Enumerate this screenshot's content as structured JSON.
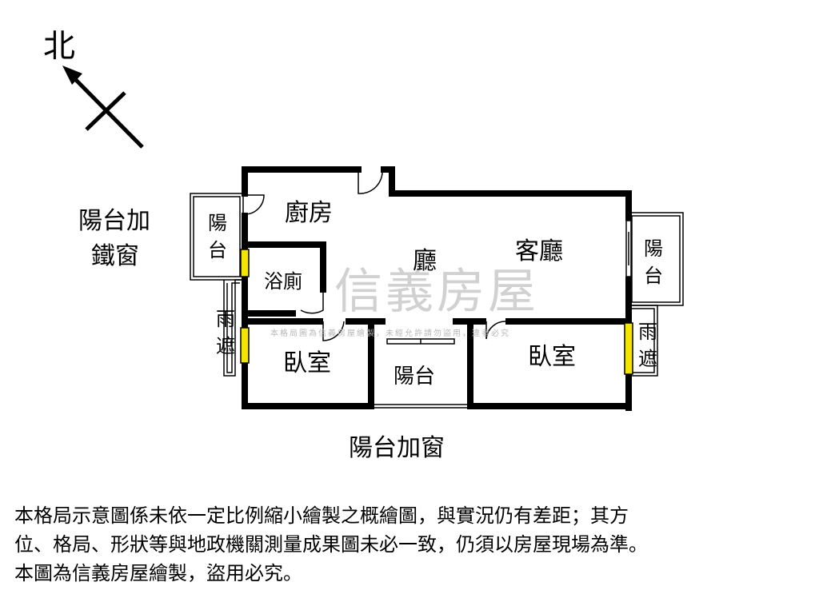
{
  "compass": {
    "north_label": "北"
  },
  "rooms": {
    "kitchen": "廚房",
    "hall": "廳",
    "living_room": "客廳",
    "bathroom": "浴廁",
    "bedroom_left": "臥室",
    "bedroom_right": "臥室",
    "balcony_center": "陽台",
    "balcony_left": "陽台",
    "balcony_right": "陽台",
    "rain_shelter_left": "雨遮",
    "rain_shelter_right": "雨遮"
  },
  "annotations": {
    "iron_window_line1": "陽台加",
    "iron_window_line2": "鐵窗",
    "balcony_window": "陽台加窗"
  },
  "watermark": {
    "brand": "信義房屋",
    "notice": "本格局圖為信義房屋繪製，未經允許請勿盜用，違者必究"
  },
  "disclaimer": {
    "line1": "本格局示意圖係未依一定比例縮小繪製之概繪圖，與實況仍有差距；其方",
    "line2": "位、格局、形狀等與地政機關測量成果圖未必一致，仍須以房屋現場為準。",
    "line3": "本圖為信義房屋繪製，盜用必究。"
  },
  "colors": {
    "wall": "#000000",
    "window_fill": "#f2e600",
    "watermark": "#c9c9c9"
  }
}
